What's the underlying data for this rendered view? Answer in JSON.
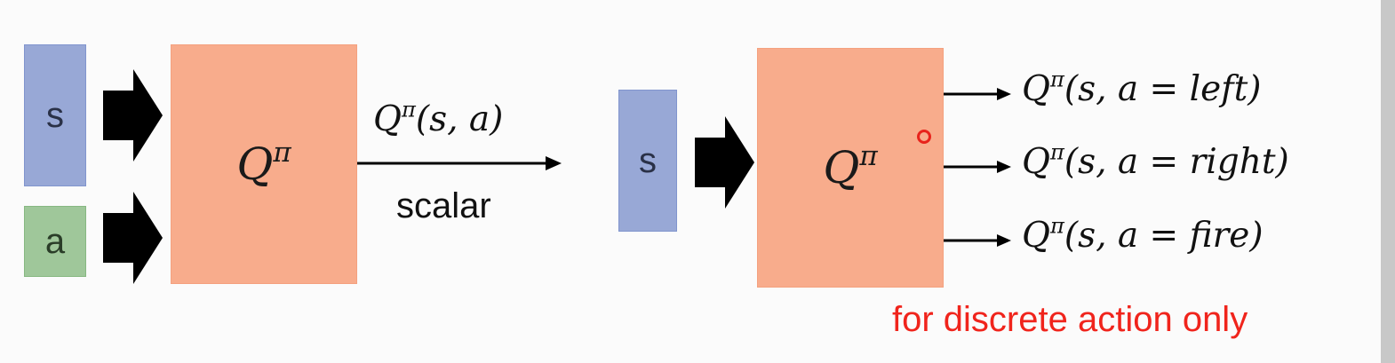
{
  "left_diagram": {
    "state_label": "s",
    "action_label": "a",
    "q_base": "Q",
    "q_sup": "π",
    "output_base": "Q",
    "output_sup": "π",
    "output_args": "(s, a)",
    "output_note": "scalar"
  },
  "right_diagram": {
    "state_label": "s",
    "q_base": "Q",
    "q_sup": "π",
    "outputs": [
      {
        "base": "Q",
        "sup": "π",
        "args": "(s, a = left)"
      },
      {
        "base": "Q",
        "sup": "π",
        "args": "(s, a = right)"
      },
      {
        "base": "Q",
        "sup": "π",
        "args": "(s, a = fire)"
      }
    ],
    "note": "for discrete action only"
  },
  "colors": {
    "state": "#98a8d6",
    "action": "#9fc79a",
    "q_network": "#f8ac8c",
    "note": "#f0241c",
    "cursor": "#e8231c"
  }
}
